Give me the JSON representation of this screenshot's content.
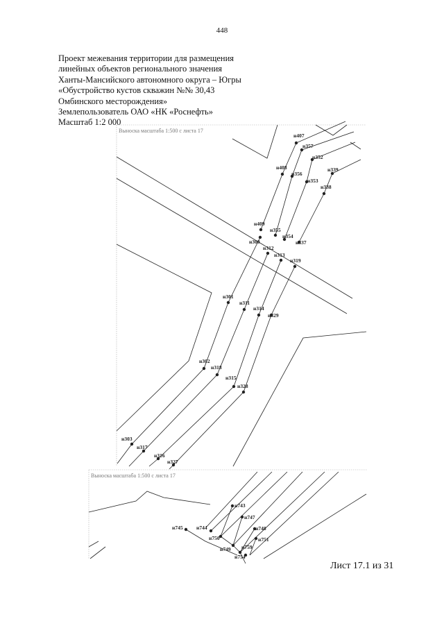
{
  "page_number": "448",
  "title_lines": [
    "Проект межевания территории для размещения",
    "линейных объектов регионального значения",
    "Ханты-Мансийского автономного округа – Югры",
    "«Обустройство кустов скважин №№ 30,43",
    "Омбинского месторождения»",
    "Землепользователь ОАО «НК «Роснефть»",
    "Масштаб 1:2 000"
  ],
  "insert_captions": {
    "top": "Выноска масштаба 1:500 с листа 17",
    "bottom": "Выноска масштаба 1:500 с листа 17"
  },
  "point_labels": {
    "n407": "н407",
    "n357": "н357",
    "n352": "н352",
    "n339": "н339",
    "n408": "н408",
    "n356": "н356",
    "n353": "н353",
    "n338": "н338",
    "n409": "н409",
    "n355": "н355",
    "n354": "н354",
    "n337": "н337",
    "n300": "н300",
    "n312": "н312",
    "n313": "н313",
    "n319": "н319",
    "n301": "н301",
    "n311": "н311",
    "n314": "н314",
    "n329": "н329",
    "n302": "н302",
    "n318": "н318",
    "n315": "н315",
    "n328": "н328",
    "n303": "н303",
    "n317": "н317",
    "n316": "н316",
    "n327": "н327",
    "n743": "н743",
    "n747": "н747",
    "n745": "н745",
    "n744": "н744",
    "n748": "н748",
    "n750": "н750",
    "n751": "н751",
    "n749": "н749",
    "n759": "н759",
    "n754": "н754"
  },
  "sheet_label": "Лист 17.1 из 31"
}
